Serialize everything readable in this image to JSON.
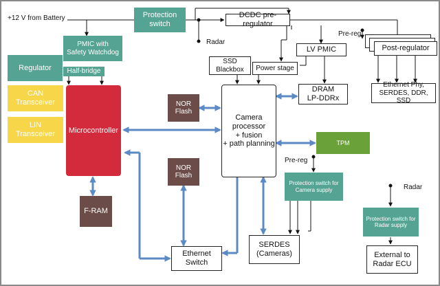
{
  "labels": {
    "battery": "+12 V from Battery",
    "radar_top": "Radar",
    "prereg_top": "Pre-reg",
    "prereg_mid": "Pre-reg",
    "radar_right": "Radar"
  },
  "blocks": {
    "protection_switch": "Protection switch",
    "dcdc": "DCDC pre-regulator",
    "pmic_watchdog": "PMIC with\nSafety Watchdog",
    "half_bridge": "Half-bridge",
    "regulator": "Regulator",
    "can": "CAN\nTransceiver",
    "lin": "LIN\nTransceiver",
    "mcu": "Microcontroller",
    "fram": "F-RAM",
    "ssd": "SSD\nBlackbox",
    "lv_pmic": "LV PMIC",
    "power_stage": "Power stage",
    "dram": "DRAM\nLP-DDRx",
    "post_regulator": "Post-regulator",
    "ethernet_phy": "Ethernet Phy,\nSERDES, DDR, SSD",
    "nor_flash_1": "NOR Flash",
    "nor_flash_2": "NOR Flash",
    "camera_processor": "Camera\nprocessor\n+ fusion\n+ path planning",
    "tpm": "TPM",
    "prot_camera": "Protection switch for\nCamera supply",
    "prot_radar": "Protection switch for\nRadar supply",
    "ethernet_switch": "Ethernet\nSwitch",
    "serdes": "SERDES\n(Cameras)",
    "external_radar": "External to\nRadar ECU"
  },
  "colors": {
    "teal": "#55a393",
    "yellow": "#f7d64a",
    "red": "#d42b3c",
    "brown": "#6b4c48",
    "green": "#6aa138",
    "arrow_blue": "#5b8ac4"
  }
}
